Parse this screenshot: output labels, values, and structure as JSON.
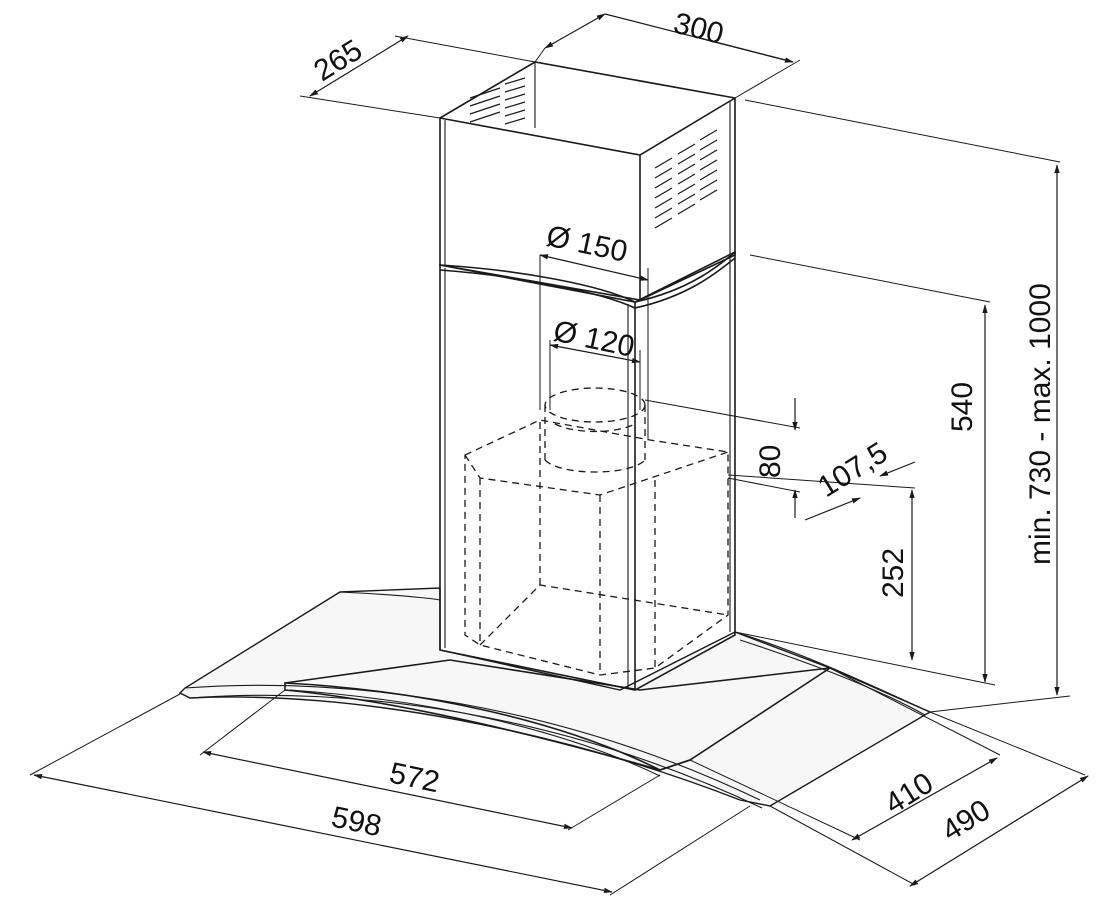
{
  "dimensions": {
    "chimney_depth": "265",
    "chimney_width": "300",
    "duct_outlet_diameter": "Ø 150",
    "motor_outlet_diameter": "Ø 120",
    "outlet_height": "80",
    "outlet_offset": "107,5",
    "motor_height": "252",
    "body_height": "540",
    "total_height_range": "min. 730 - max. 1000",
    "inner_width": "572",
    "overall_width": "598",
    "inner_depth": "410",
    "overall_depth": "490"
  },
  "colors": {
    "line": "#1a1a1a",
    "glass": "#f7f7f7",
    "background": "#ffffff"
  }
}
